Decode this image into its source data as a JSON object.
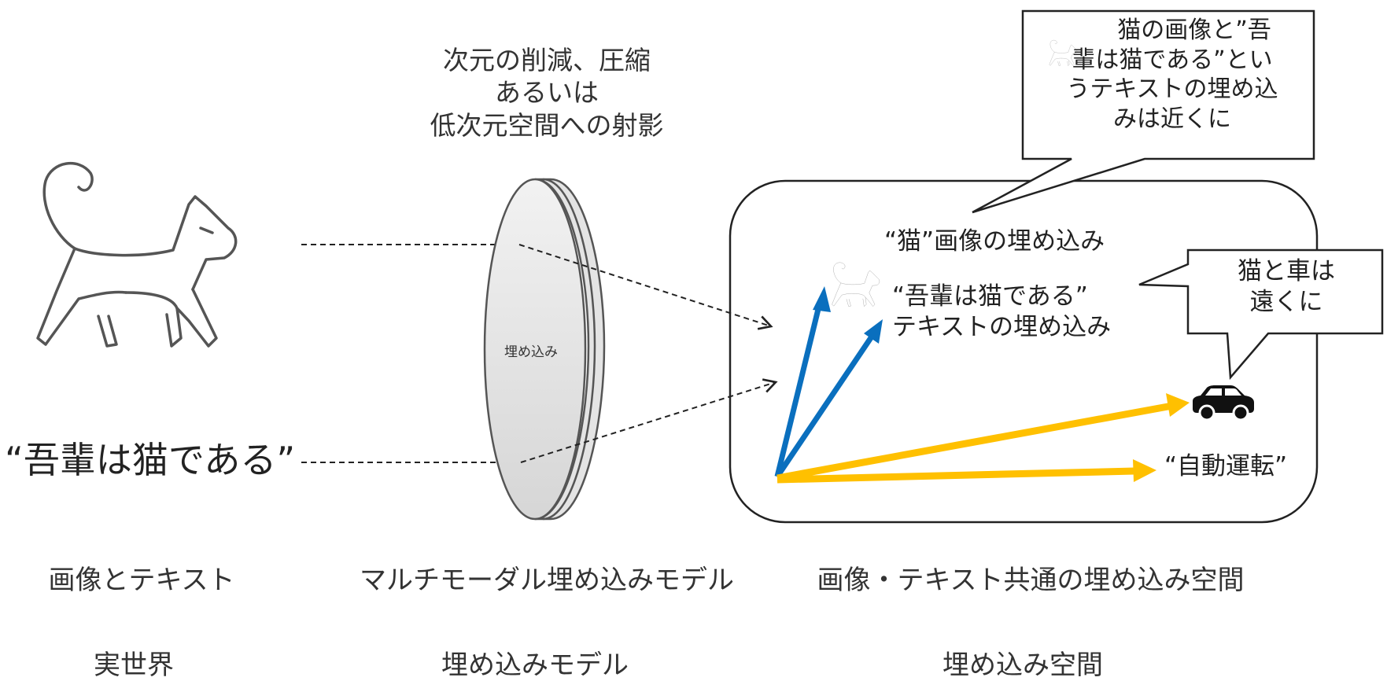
{
  "realworld": {
    "text_sample": "“吾輩は猫である”"
  },
  "projection_note": {
    "lines": [
      "次元の削減、圧縮",
      "あるいは",
      "低次元空間への射影"
    ]
  },
  "lens": {
    "label": "埋め込み"
  },
  "embedding_space": {
    "cat_image_label": "“猫”画像の埋め込み",
    "text_label_line1": "“吾輩は猫である”",
    "text_label_line2": "テキストの埋め込み",
    "self_driving_label": "“自動運転”",
    "blue_color": "#0a6fbe",
    "yellow_color": "#ffc000"
  },
  "callouts": {
    "near": {
      "lines": [
        "猫の画像と”吾",
        "輩は猫である”とい",
        "うテキストの埋め込",
        "みは近くに"
      ]
    },
    "far": {
      "lines": [
        "猫と車は",
        "遠くに"
      ]
    }
  },
  "captions": {
    "row1": [
      "画像とテキスト",
      "マルチモーダル埋め込みモデル",
      "画像・テキスト共通の埋め込み空間"
    ],
    "row2": [
      "実世界",
      "埋め込みモデル",
      "埋め込み空間"
    ]
  },
  "icons": {
    "cat": "cat-icon",
    "car": "car-icon"
  }
}
